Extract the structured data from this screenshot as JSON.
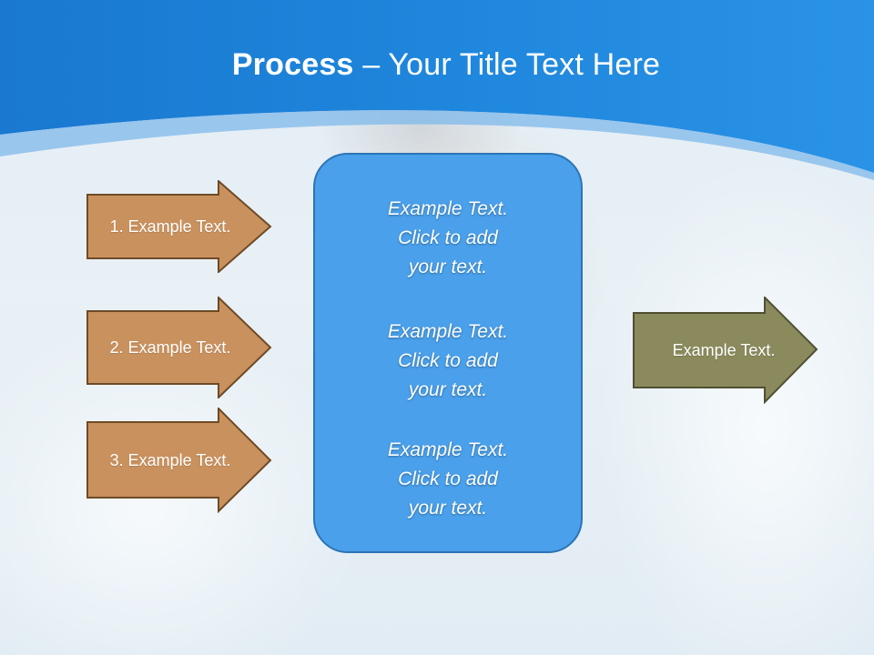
{
  "slide": {
    "title_bold": "Process",
    "title_dash": " – ",
    "title_rest": "Your Title Text Here"
  },
  "left_arrows": [
    {
      "label": "1. Example Text."
    },
    {
      "label": "2. Example Text."
    },
    {
      "label": "3. Example Text."
    }
  ],
  "center_box": {
    "blocks": [
      {
        "line1": "Example Text.",
        "line2": "Click  to add",
        "line3": "your text."
      },
      {
        "line1": "Example Text.",
        "line2": "Click  to add",
        "line3": "your text."
      },
      {
        "line1": "Example Text.",
        "line2": "Click  to add",
        "line3": "your text."
      }
    ]
  },
  "right_arrow": {
    "label": "Example Text."
  },
  "colors": {
    "header_blue": "#1b7fd6",
    "left_arrow_fill": "#c9915e",
    "left_arrow_stroke": "#6e4a26",
    "center_fill": "#4aa0ea",
    "right_arrow_fill": "#8a8a5d",
    "right_arrow_stroke": "#4f4f33"
  }
}
